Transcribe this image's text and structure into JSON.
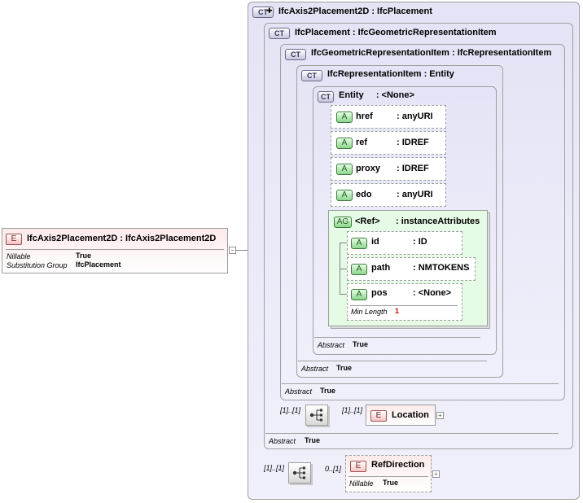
{
  "root": {
    "badge": "E",
    "name": "IfcAxis2Placement2D : IfcAxis2Placement2D",
    "props": [
      {
        "label": "Nillable",
        "value": "True"
      },
      {
        "label": "Substitution Group",
        "value": "IfcPlacement"
      }
    ],
    "expander": "−"
  },
  "frames": [
    {
      "badge": "CT",
      "title": "IfcAxis2Placement2D : IfcPlacement"
    },
    {
      "badge": "CT",
      "title": "IfcPlacement : IfcGeometricRepresentationItem",
      "abstract_label": "Abstract",
      "abstract_value": "True"
    },
    {
      "badge": "CT",
      "title": "IfcGeometricRepresentationItem : IfcRepresentationItem",
      "abstract_label": "Abstract",
      "abstract_value": "True"
    },
    {
      "badge": "CT",
      "title": "IfcRepresentationItem : Entity",
      "abstract_label": "Abstract",
      "abstract_value": "True"
    },
    {
      "badge": "CT",
      "title": "Entity     : <None>",
      "abstract_label": "Abstract",
      "abstract_value": "True"
    }
  ],
  "attributes": [
    {
      "badge": "A",
      "name": "href",
      "type": ": anyURI"
    },
    {
      "badge": "A",
      "name": "ref",
      "type": ": IDREF"
    },
    {
      "badge": "A",
      "name": "proxy",
      "type": ": IDREF"
    },
    {
      "badge": "A",
      "name": "edo",
      "type": ": anyURI"
    }
  ],
  "attribute_group": {
    "badge": "AG",
    "name": "<Ref>",
    "type": ": instanceAttributes",
    "items": [
      {
        "badge": "A",
        "name": "id",
        "type": ": ID"
      },
      {
        "badge": "A",
        "name": "path",
        "type": ": NMTOKENS"
      },
      {
        "badge": "A",
        "name": "pos",
        "type": ": <None>",
        "prop_label": "Min Length",
        "prop_value": "1"
      }
    ]
  },
  "location": {
    "seq_occurrence": "[1]..[1]",
    "occurrence": "[1]..[1]",
    "badge": "E",
    "name": "Location",
    "expander": "+"
  },
  "refdirection": {
    "seq_occurrence": "[1]..[1]",
    "occurrence": "0..[1]",
    "badge": "E",
    "name": "RefDirection",
    "props": [
      {
        "label": "Nillable",
        "value": "True"
      }
    ],
    "expander": "+"
  },
  "colors": {
    "frame_bg": "#e8e8f8",
    "element_bg": "#fdeaea",
    "attribute_badge": "#8cd48c",
    "attribute_group_bg": "#e6fbe6",
    "min_length_value": "#d00000"
  }
}
